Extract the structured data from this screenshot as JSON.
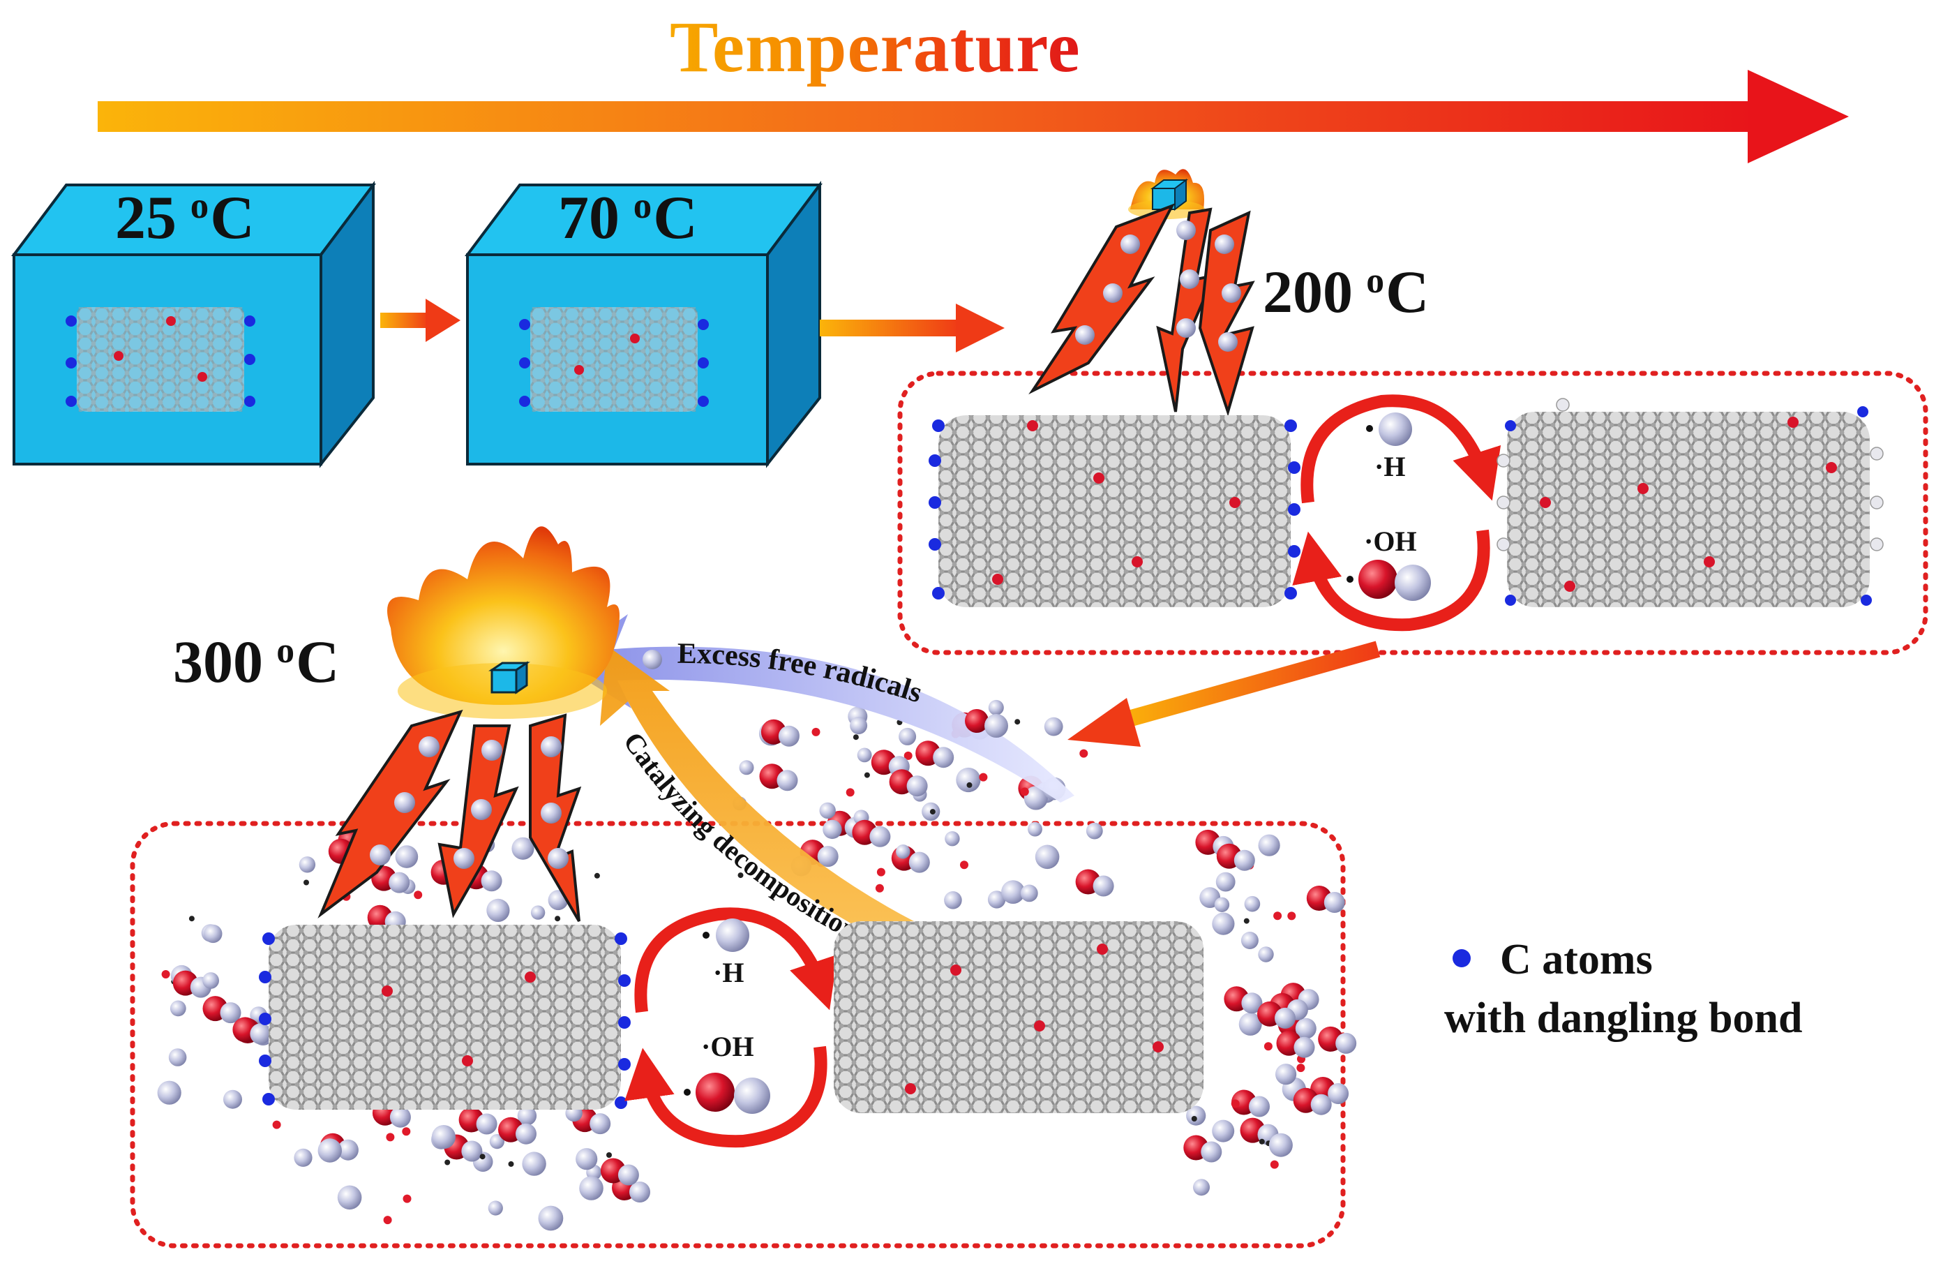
{
  "title": "Temperature",
  "cubes": [
    {
      "temp": "25",
      "unit_sup": "o",
      "unit": "C"
    },
    {
      "temp": "70",
      "unit_sup": "o",
      "unit": "C"
    }
  ],
  "stages": {
    "s200": {
      "temp": "200",
      "unit_sup": "o",
      "unit": "C"
    },
    "s300": {
      "temp": "300",
      "unit_sup": "o",
      "unit": "C"
    }
  },
  "radicals": {
    "h": "·H",
    "oh": "·OH"
  },
  "labels": {
    "excess": "Excess free radicals",
    "catalyzing": "Catalyzing decomposition"
  },
  "legend": {
    "line1": "C atoms",
    "line2": "with dangling bond"
  },
  "colors": {
    "cube_face": "#1cb8e8",
    "cube_side": "#0d7fb8",
    "cube_top": "#22c3f0",
    "gradient_start": "#fbb40a",
    "gradient_end": "#e8141a",
    "dangling_atom": "#1a2adf",
    "oxygen": "#d8142a",
    "hydrogen": "#c0c4de",
    "carbon": "#9a9a9a",
    "dotted_border": "#e02020",
    "excess_band": "#9aa0e8",
    "catalyzing_band": "#f7a81a"
  }
}
